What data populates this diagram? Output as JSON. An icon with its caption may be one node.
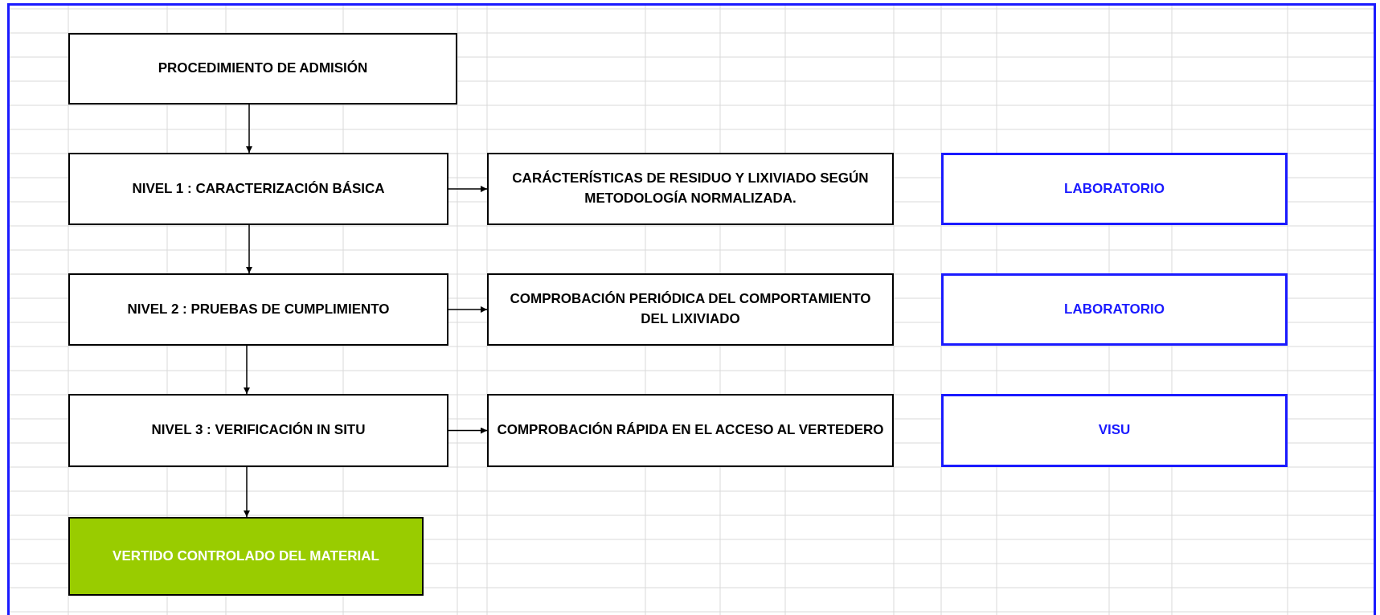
{
  "diagram": {
    "nodes": [
      {
        "text": [
          "PROCEDIMIENTO DE ADMISIÓN"
        ]
      },
      {
        "text": [
          "NIVEL 1 : CARACTERIZACIÓN BÁSICA"
        ]
      },
      {
        "text": [
          "CARÁCTERÍSTICAS DE RESIDUO Y LIXIVIADO SEGÚN METODOLOGÍA NORMALIZADA."
        ]
      },
      {
        "text": [
          "LABORATORIO"
        ]
      },
      {
        "text": [
          "NIVEL 2 : PRUEBAS DE CUMPLIMIENTO"
        ]
      },
      {
        "text": [
          "COMPROBACIÓN PERIÓDICA DEL COMPORTAMIENTO DEL LIXIVIADO"
        ]
      },
      {
        "text": [
          "LABORATORIO"
        ]
      },
      {
        "text": [
          "NIVEL 3 : VERIFICACIÓN IN SITU"
        ]
      },
      {
        "text": [
          "COMPROBACIÓN RÁPIDA EN EL ACCESO AL VERTEDERO"
        ]
      },
      {
        "text": [
          "VISU"
        ]
      },
      {
        "text": [
          "VERTIDO CONTROLADO DEL MATERIAL"
        ]
      }
    ],
    "edges": [
      {
        "from": 0,
        "to": 1,
        "arrow": "to"
      },
      {
        "from": 1,
        "to": 2,
        "arrow": "to"
      },
      {
        "from": 1,
        "to": 4,
        "arrow": "to"
      },
      {
        "from": 4,
        "to": 5,
        "arrow": "to"
      },
      {
        "from": 4,
        "to": 7,
        "arrow": "to"
      },
      {
        "from": 7,
        "to": 8,
        "arrow": "to"
      },
      {
        "from": 7,
        "to": 10,
        "arrow": "to"
      }
    ]
  }
}
